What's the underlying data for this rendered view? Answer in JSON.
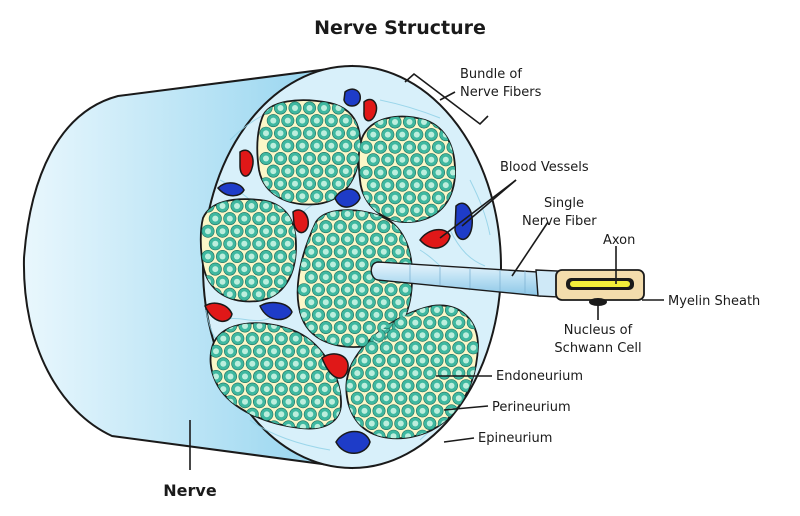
{
  "title": "Nerve Structure",
  "labels": {
    "bundle_line1": "Bundle of",
    "bundle_line2": "Nerve Fibers",
    "blood_vessels": "Blood Vessels",
    "single_line1": "Single",
    "single_line2": "Nerve Fiber",
    "axon": "Axon",
    "myelin": "Myelin Sheath",
    "nucleus_line1": "Nucleus of",
    "nucleus_line2": "Schwann Cell",
    "endoneurium": "Endoneurium",
    "perineurium": "Perineurium",
    "epineurium": "Epineurium",
    "nerve": "Nerve"
  },
  "colors": {
    "nerve_body": "#bfe6f6",
    "epineurium_fill": "#d8f0fa",
    "fascicle_fill": "#fbf7c8",
    "fiber_outer": "#3fb8a0",
    "fiber_inner": "#bdeedd",
    "vein": "#1e3cc8",
    "artery": "#e01818",
    "myelin": "#f3dcac",
    "axon_core": "#f2ee3a"
  }
}
